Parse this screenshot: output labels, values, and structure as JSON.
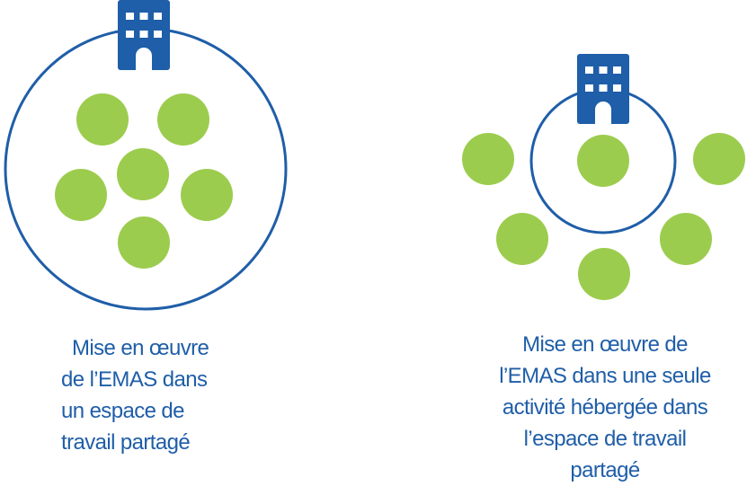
{
  "colors": {
    "blue": "#1f5ea8",
    "green": "#9ccc4e",
    "white": "#ffffff"
  },
  "icons": {
    "building": "building-icon"
  },
  "left_panel": {
    "caption_lines": [
      "Mise en œuvre",
      "de l’EMAS dans",
      "un espace de",
      "travail partagé"
    ]
  },
  "right_panel": {
    "caption_lines": [
      "Mise en œuvre de",
      "l’EMAS dans une seule",
      "activité hébergée dans",
      "l’espace de travail",
      "partagé"
    ]
  }
}
